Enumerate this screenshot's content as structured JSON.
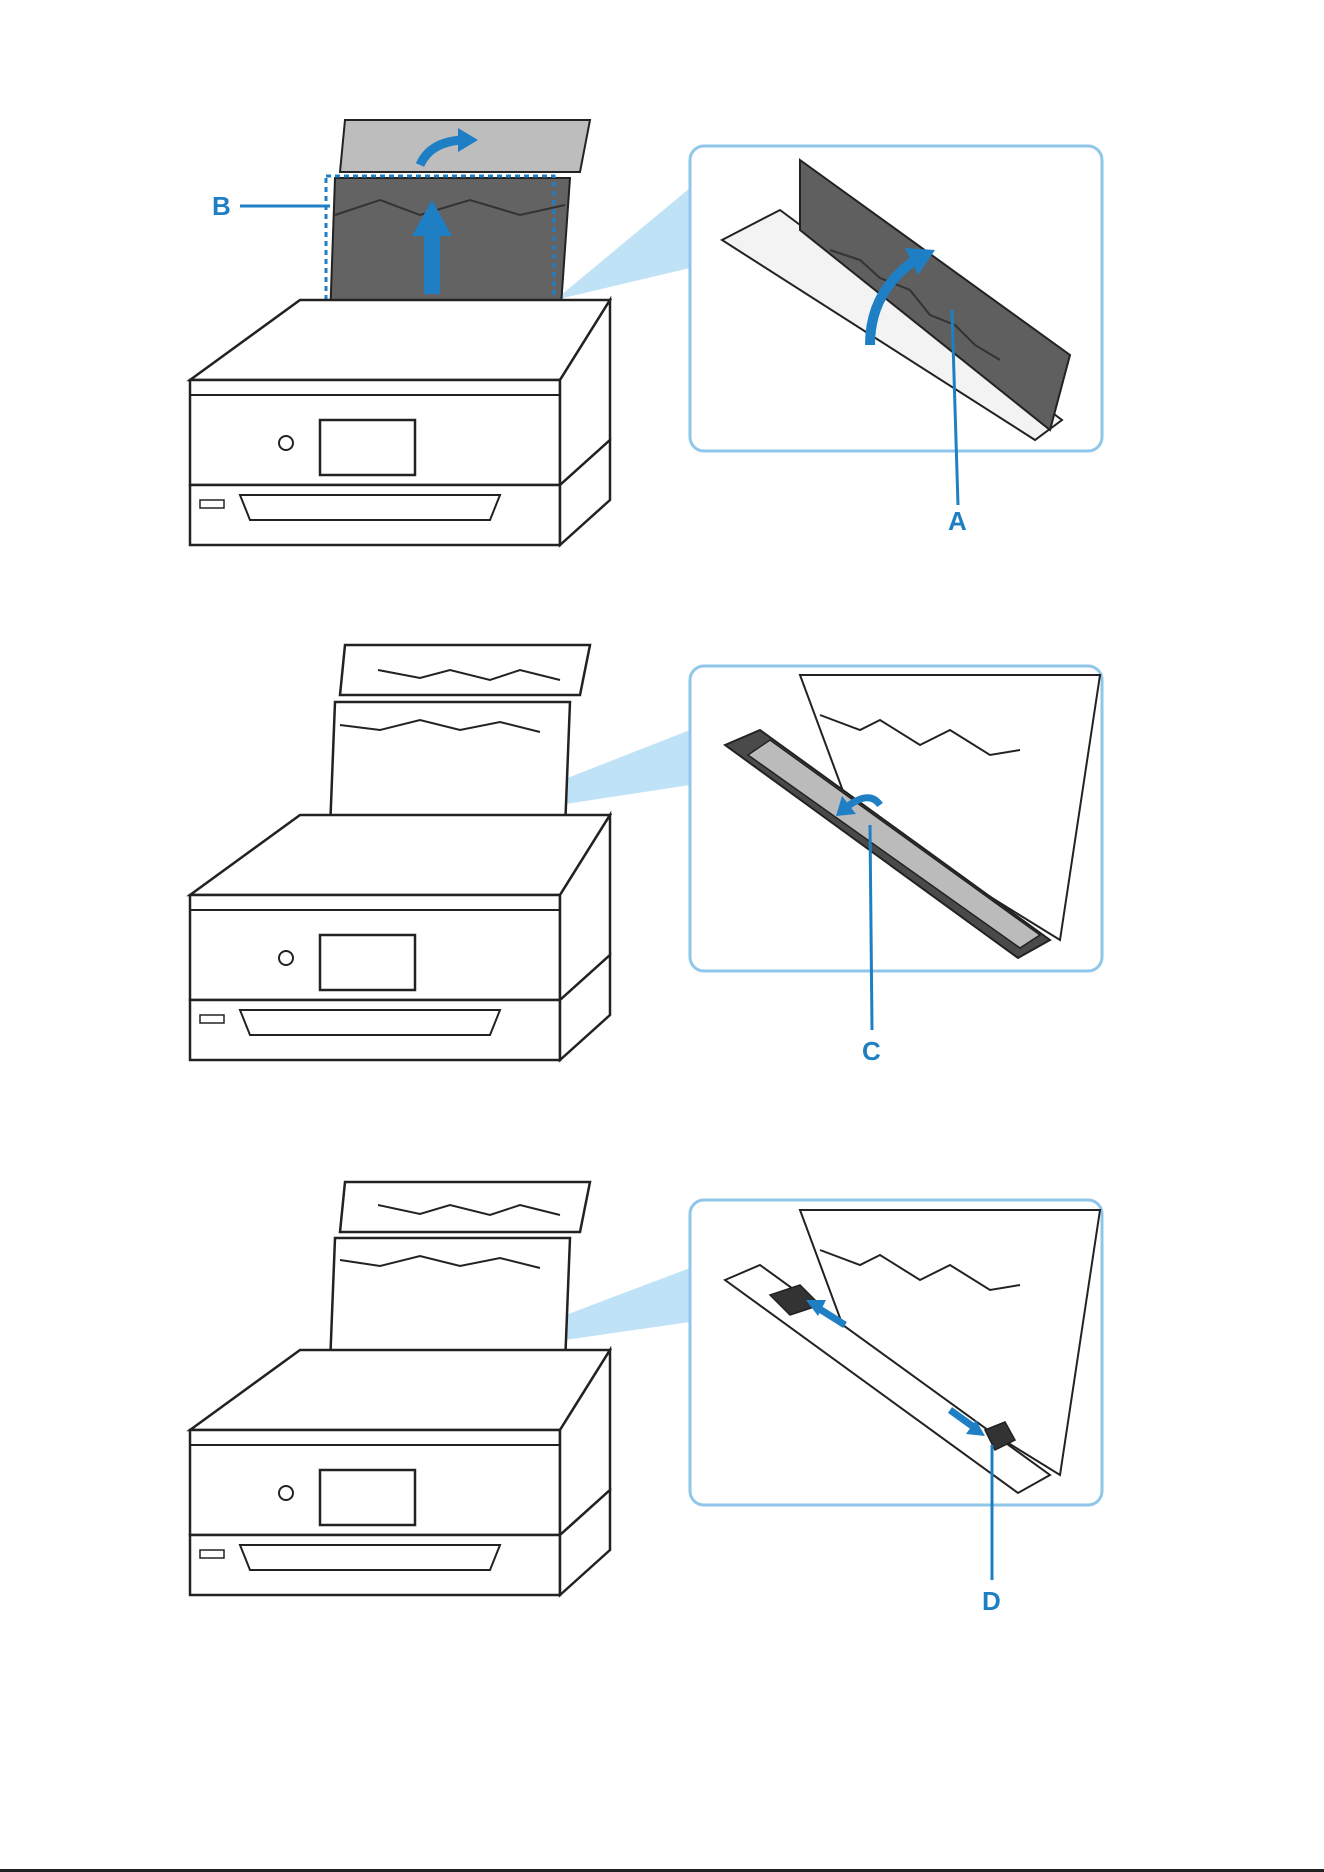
{
  "colors": {
    "accent": "#1f7fc4",
    "frame": "#8fc6ea",
    "ray": "#7fc4ee",
    "ink": "#222222",
    "tray_dark": "#5f5f5f",
    "tray_light": "#bfbfbf"
  },
  "steps": [
    {
      "labels": [
        {
          "id": "B",
          "text": "B"
        },
        {
          "id": "A",
          "text": "A"
        }
      ]
    },
    {
      "labels": [
        {
          "id": "C",
          "text": "C"
        }
      ]
    },
    {
      "labels": [
        {
          "id": "D",
          "text": "D"
        }
      ]
    }
  ],
  "icons": [
    "up-arrow-icon",
    "curved-arrow-icon",
    "left-arrow-icon",
    "double-arrow-icon"
  ]
}
